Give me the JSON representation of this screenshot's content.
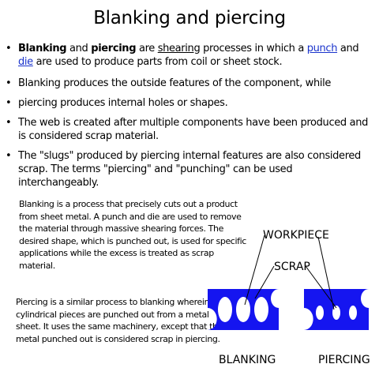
{
  "slide": {
    "title": "Blanking and piercing"
  },
  "bullets": [
    {
      "term_blanking": "Blanking",
      "and1": " and ",
      "term_piercing": "piercing",
      "are": " are ",
      "shearing": "shearing",
      "mid": " processes in which a ",
      "punch": "punch",
      "and2": " and ",
      "die": "die",
      "tail": " are used to produce parts from coil or sheet stock."
    },
    {
      "text": "Blanking produces the outside features of the component, while"
    },
    {
      "text": "piercing produces internal holes or shapes."
    },
    {
      "text": "The web is created after multiple components have been produced and is considered scrap material."
    },
    {
      "text": "The \"slugs\" produced by piercing internal features are also considered scrap. The terms \"piercing\" and \"punching\" can be used interchangeably."
    }
  ],
  "descriptions": {
    "blanking": "Blanking is a process that precisely cuts out a product from sheet metal. A punch and die are used to remove the material through massive shearing forces. The desired shape, which is punched out, is used for specific applications while the excess is treated as scrap material.",
    "piercing": "Piercing is a similar process to blanking wherein cylindrical pieces are punched out from a metal sheet. It uses the same machinery, except that the metal punched out is considered scrap in piercing."
  },
  "figure": {
    "workpiece_label": "WORKPIECE",
    "scrap_label": "SCRAP",
    "blanking_label": "BLANKING",
    "piercing_label": "PIERCING",
    "metal_color": "#1515f0",
    "hole_color": "#ffffff"
  }
}
